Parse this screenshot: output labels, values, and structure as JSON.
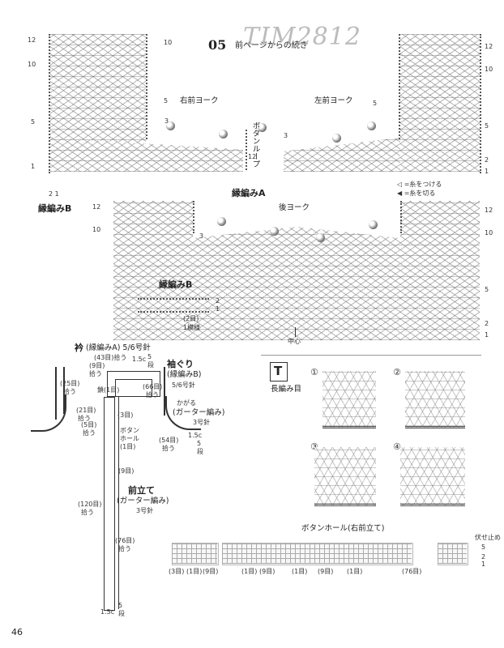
{
  "header": {
    "num": "05",
    "subtitle": "前ページからの続き",
    "watermark": "TIM2812"
  },
  "chart_top": {
    "labels": {
      "right_front_yoke": "右前ヨーク",
      "left_front_yoke": "左前ヨーク",
      "button_loop": "ボタンループ",
      "edge_a": "縁編みA",
      "edge_b_left": "縁編みB",
      "back_yoke": "後ヨーク",
      "edge_b_mid": "縁編みB",
      "center": "中心",
      "legend_attach": "◁ =糸をつける",
      "legend_cut": "◀ =糸を切る",
      "repeat_rows": "(2目)",
      "repeat_unit": "1模様",
      "l_12": "12",
      "l_10": "10",
      "l_5": "5",
      "l_1": "1",
      "l_2_1": "2 1",
      "r_10": "10",
      "r_5": "5",
      "r_3": "3",
      "r_12b": "12",
      "lf_3": "3",
      "lf_5": "5",
      "rr_12": "12",
      "rr_10": "10",
      "rr_5": "5",
      "rr_2": "2",
      "rr_1": "1",
      "b_12": "12",
      "b_10": "10",
      "b_3": "3",
      "br_12": "12",
      "br_10": "10",
      "br_5": "5",
      "br_2": "2",
      "br_1": "1",
      "eb_2": "2",
      "eb_1": "1"
    }
  },
  "schematic": {
    "collar": "衿",
    "collar_spec": "(縁編みA) 5/6号針",
    "p43": "(43目)拾う",
    "p9": "(9目)",
    "p9b": "拾う",
    "c15": "1.5c",
    "c5": "5",
    "c5b": "段",
    "p25": "(25目)",
    "p25b": "拾う",
    "p21": "(21目)",
    "p21b": "拾う",
    "p5": "(5目)",
    "p5b": "拾う",
    "chain": "鎖(1目)",
    "p3": "(3目)",
    "bh1": "ボタン",
    "bh2": "ホール",
    "bh3": "(1目)",
    "armhole": "袖ぐり",
    "armhole_spec": "(縁編みB)",
    "armhole_needle": "5/6号針",
    "p66": "(66目)",
    "p66b": "拾う",
    "kagaru": "かがる",
    "garter": "(ガーター編み)",
    "needle3": "3号針",
    "p54": "(54目)",
    "p54b": "拾う",
    "c15b": "1.5c",
    "c5c": "5",
    "c5d": "段",
    "p9c": "(9目)",
    "front_band": "前立て",
    "front_garter": "(ガーター編み)",
    "needle3b": "3号針",
    "p120": "(120目)",
    "p120b": "拾う",
    "p76": "(76目)",
    "p76b": "拾う",
    "c15c": "1.5c",
    "c5e": "5",
    "c5f": "段"
  },
  "stitch_guide": {
    "symbol": "T",
    "title": "長編み目",
    "s1": "①",
    "s2": "②",
    "s3": "③",
    "s4": "④"
  },
  "buttonhole": {
    "title": "ボタンホール(右前立て)",
    "bind_off": "伏せ止め",
    "r5": "5",
    "r2": "2",
    "r1": "1",
    "counts": [
      "(3目)",
      "(1目)",
      "(9目)",
      "(1目)",
      "(9目)",
      "(1目)",
      "(9目)",
      "(1目)",
      "(76目)"
    ]
  },
  "page_number": "46"
}
